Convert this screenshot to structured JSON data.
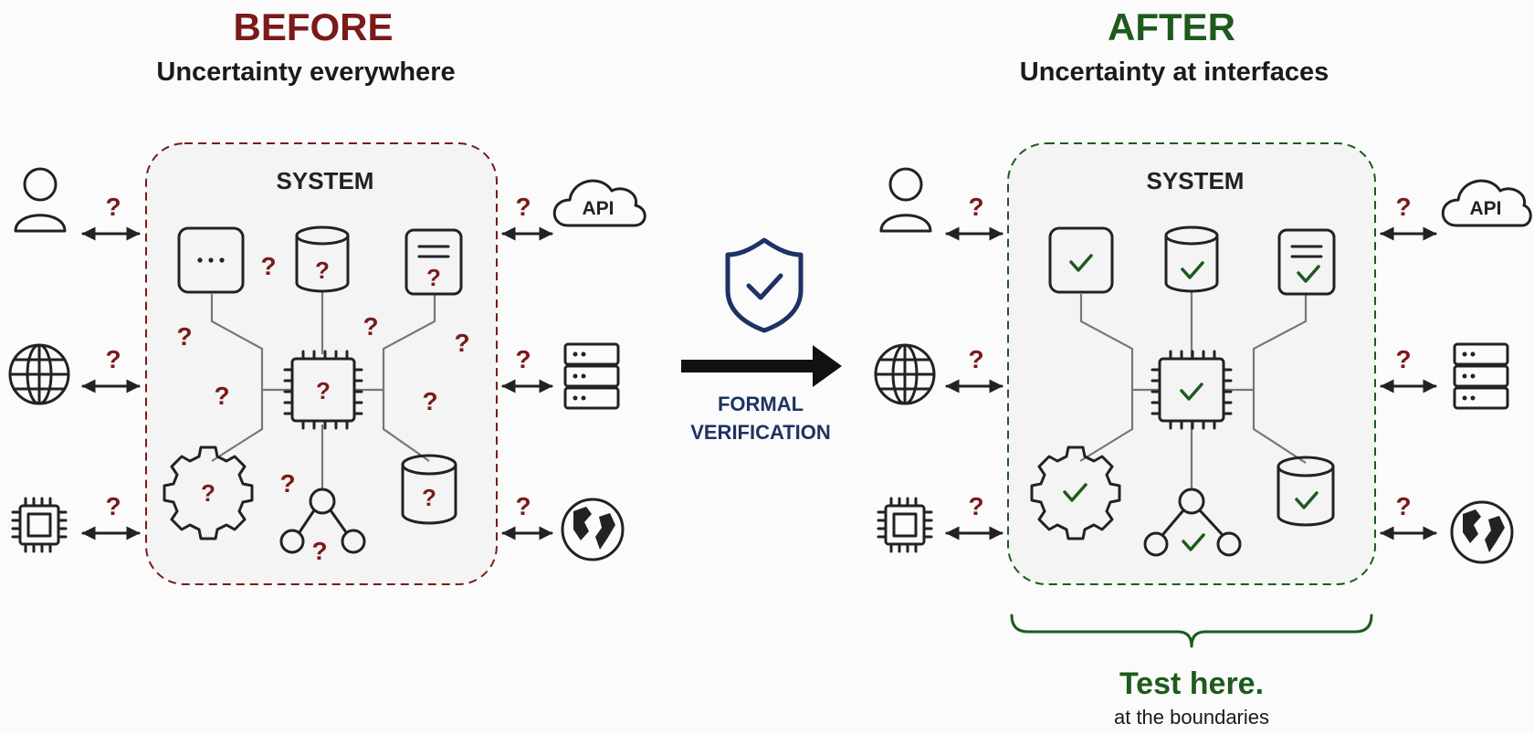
{
  "before": {
    "heading": "BEFORE",
    "subheading": "Uncertainty everywhere",
    "system_label": "SYSTEM",
    "question_mark": "?",
    "api_label": "API",
    "accent_color": "#7a1a1a"
  },
  "transition": {
    "line1": "FORMAL",
    "line2": "VERIFICATION",
    "shield_color": "#1e3264"
  },
  "after": {
    "heading": "AFTER",
    "subheading": "Uncertainty at interfaces",
    "system_label": "SYSTEM",
    "question_mark": "?",
    "api_label": "API",
    "accent_color": "#1e5a1e",
    "callout_title": "Test here.",
    "callout_subtitle": "at the boundaries"
  },
  "icons": {
    "external_left": [
      "user-icon",
      "globe-icon",
      "chip-icon"
    ],
    "external_right": [
      "api-cloud-icon",
      "server-icon",
      "earth-icon"
    ],
    "internal": [
      "window-icon",
      "database-icon",
      "document-icon",
      "processor-icon",
      "gear-icon",
      "network-icon",
      "database-icon"
    ]
  }
}
